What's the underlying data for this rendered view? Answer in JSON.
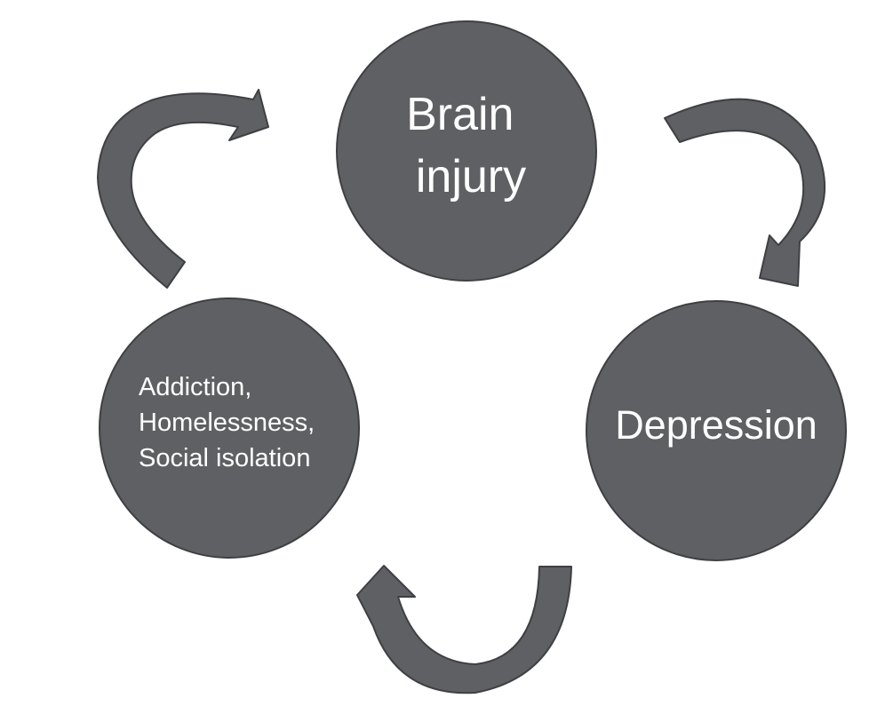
{
  "colors": {
    "node_fill": "#5f6063",
    "node_stroke": "#3f4043",
    "text": "#ffffff",
    "background": "#ffffff"
  },
  "nodes": {
    "brain_injury": {
      "lines": [
        "Brain",
        "injury"
      ]
    },
    "depression": {
      "lines": [
        "Depression"
      ]
    },
    "addiction_homelessness": {
      "lines": [
        "Addiction,",
        "Homelessness,",
        "Social isolation"
      ]
    }
  },
  "arrows": [
    {
      "from": "brain_injury",
      "to": "depression"
    },
    {
      "from": "depression",
      "to": "addiction_homelessness"
    },
    {
      "from": "addiction_homelessness",
      "to": "brain_injury"
    }
  ]
}
